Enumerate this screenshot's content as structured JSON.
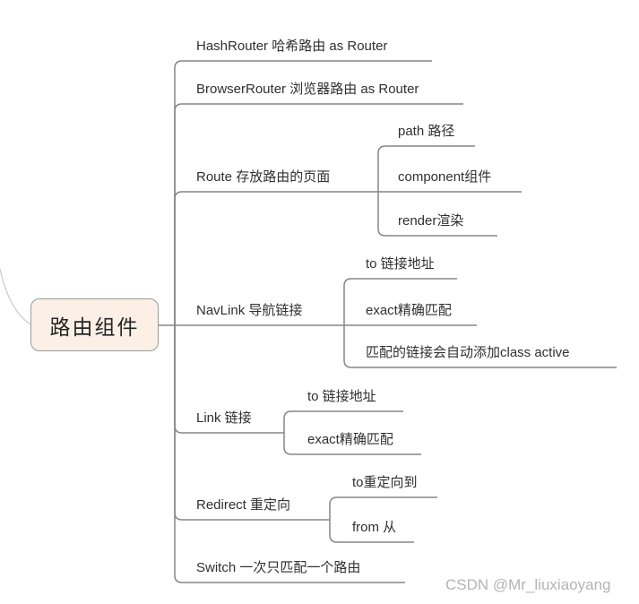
{
  "root": {
    "label": "路由组件"
  },
  "branches": [
    {
      "label": "HashRouter 哈希路由 as Router",
      "children": []
    },
    {
      "label": "BrowserRouter 浏览器路由 as Router",
      "children": []
    },
    {
      "label": "Route 存放路由的页面",
      "children": [
        {
          "label": "path 路径"
        },
        {
          "label": "component组件"
        },
        {
          "label": "render渲染"
        }
      ]
    },
    {
      "label": "NavLink 导航链接",
      "children": [
        {
          "label": "to 链接地址"
        },
        {
          "label": "exact精确匹配"
        },
        {
          "label": "匹配的链接会自动添加class active"
        }
      ]
    },
    {
      "label": "Link 链接",
      "children": [
        {
          "label": "to 链接地址"
        },
        {
          "label": "exact精确匹配"
        }
      ]
    },
    {
      "label": "Redirect 重定向",
      "children": [
        {
          "label": "to重定向到"
        },
        {
          "label": "from 从"
        }
      ]
    },
    {
      "label": "Switch 一次只匹配一个路由",
      "children": []
    }
  ],
  "watermark": "CSDN @Mr_liuxiaoyang",
  "colors": {
    "root_fill": "#fcf0e6",
    "root_border": "#9a9a9a",
    "line": "#868686",
    "text": "#303030",
    "watermark": "#b4b4b4"
  }
}
